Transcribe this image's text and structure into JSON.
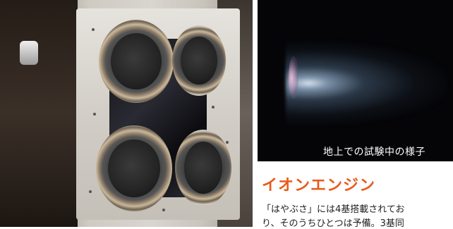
{
  "photos": {
    "left_description": "",
    "right_caption": "地上での試験中の様子"
  },
  "section": {
    "title": "イオンエンジン",
    "body_line1": "「はやぶさ」には4基搭載されてお",
    "body_line2": "り、そのうちひとつは予備。3基同"
  },
  "colors": {
    "title": "#ea5a1b",
    "caption": "#ffffff",
    "body": "#222222"
  }
}
